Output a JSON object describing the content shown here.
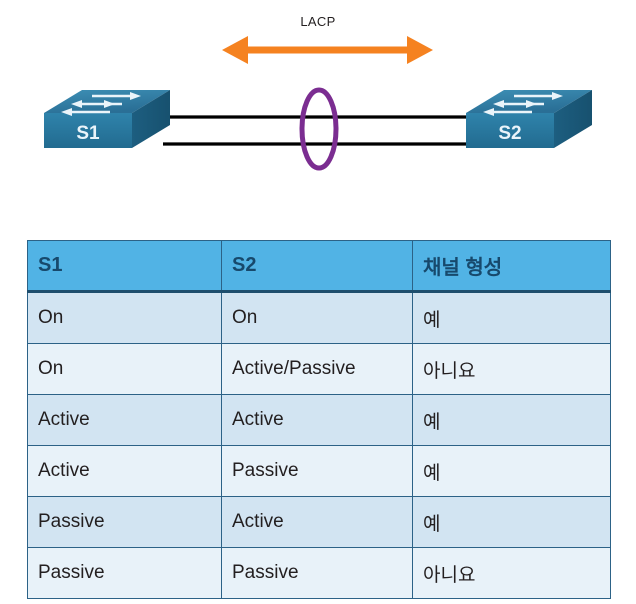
{
  "diagram": {
    "protocol_label": "LACP",
    "left_device_label": "S1",
    "right_device_label": "S2",
    "arrow_color": "#f58220",
    "link_bundle_color": "#7b2d91",
    "device_color": "#2b7fa8",
    "link_count": 2,
    "icons": {
      "left_switch": "switch-icon",
      "right_switch": "switch-icon",
      "bundle": "etherchannel-bundle-ellipse-icon",
      "arrow": "bidirectional-arrow-icon"
    }
  },
  "table": {
    "headers": [
      "S1",
      "S2",
      "채널 형성"
    ],
    "header_bg": "#51b3e5",
    "header_text_color": "#17496c",
    "row_bg_odd": "#d2e4f2",
    "row_bg_even": "#e8f2f9",
    "border_color": "#2c6287",
    "rows": [
      {
        "s1": "On",
        "s2": "On",
        "channel": "예"
      },
      {
        "s1": "On",
        "s2": "Active/Passive",
        "channel": "아니요"
      },
      {
        "s1": "Active",
        "s2": "Active",
        "channel": "예"
      },
      {
        "s1": "Active",
        "s2": "Passive",
        "channel": "예"
      },
      {
        "s1": "Passive",
        "s2": "Active",
        "channel": "예"
      },
      {
        "s1": "Passive",
        "s2": "Passive",
        "channel": "아니요"
      }
    ]
  }
}
